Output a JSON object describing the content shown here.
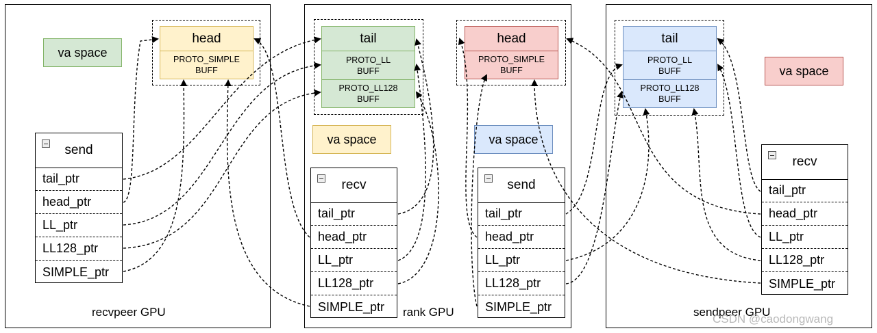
{
  "colors": {
    "yellow_fill": "#fff2cc",
    "yellow_stroke": "#d6b656",
    "green_fill": "#d5e8d4",
    "green_stroke": "#82b366",
    "red_fill": "#f8cecc",
    "red_stroke": "#b85450",
    "blue_fill": "#dae8fc",
    "blue_stroke": "#6c8ebf"
  },
  "gpus": {
    "recvpeer": {
      "label": "recvpeer GPU"
    },
    "rank": {
      "label": "rank GPU"
    },
    "sendpeer": {
      "label": "sendpeer GPU"
    }
  },
  "buffers": {
    "recvpeer_head": {
      "title": "head",
      "protos": [
        "PROTO_SIMPLE\nBUFF"
      ]
    },
    "rank_tail": {
      "title": "tail",
      "protos": [
        "PROTO_LL\nBUFF",
        "PROTO_LL128\nBUFF"
      ]
    },
    "rank_head": {
      "title": "head",
      "protos": [
        "PROTO_SIMPLE\nBUFF"
      ]
    },
    "sendpeer_tail": {
      "title": "tail",
      "protos": [
        "PROTO_LL\nBUFF",
        "PROTO_LL128\nBUFF"
      ]
    }
  },
  "va_spaces": {
    "recvpeer": "va space",
    "rank_yellow": "va space",
    "rank_blue": "va space",
    "sendpeer": "va space"
  },
  "tables": {
    "recvpeer_send": {
      "title": "send",
      "rows": [
        "tail_ptr",
        "head_ptr",
        "LL_ptr",
        "LL128_ptr",
        "SIMPLE_ptr"
      ]
    },
    "rank_recv": {
      "title": "recv",
      "rows": [
        "tail_ptr",
        "head_ptr",
        "LL_ptr",
        "LL128_ptr",
        "SIMPLE_ptr"
      ]
    },
    "rank_send": {
      "title": "send",
      "rows": [
        "tail_ptr",
        "head_ptr",
        "LL_ptr",
        "LL128_ptr",
        "SIMPLE_ptr"
      ]
    },
    "sendpeer_recv": {
      "title": "recv",
      "rows": [
        "tail_ptr",
        "head_ptr",
        "LL_ptr",
        "LL128_ptr",
        "SIMPLE_ptr"
      ]
    }
  },
  "watermark": "CSDN @caodongwang"
}
